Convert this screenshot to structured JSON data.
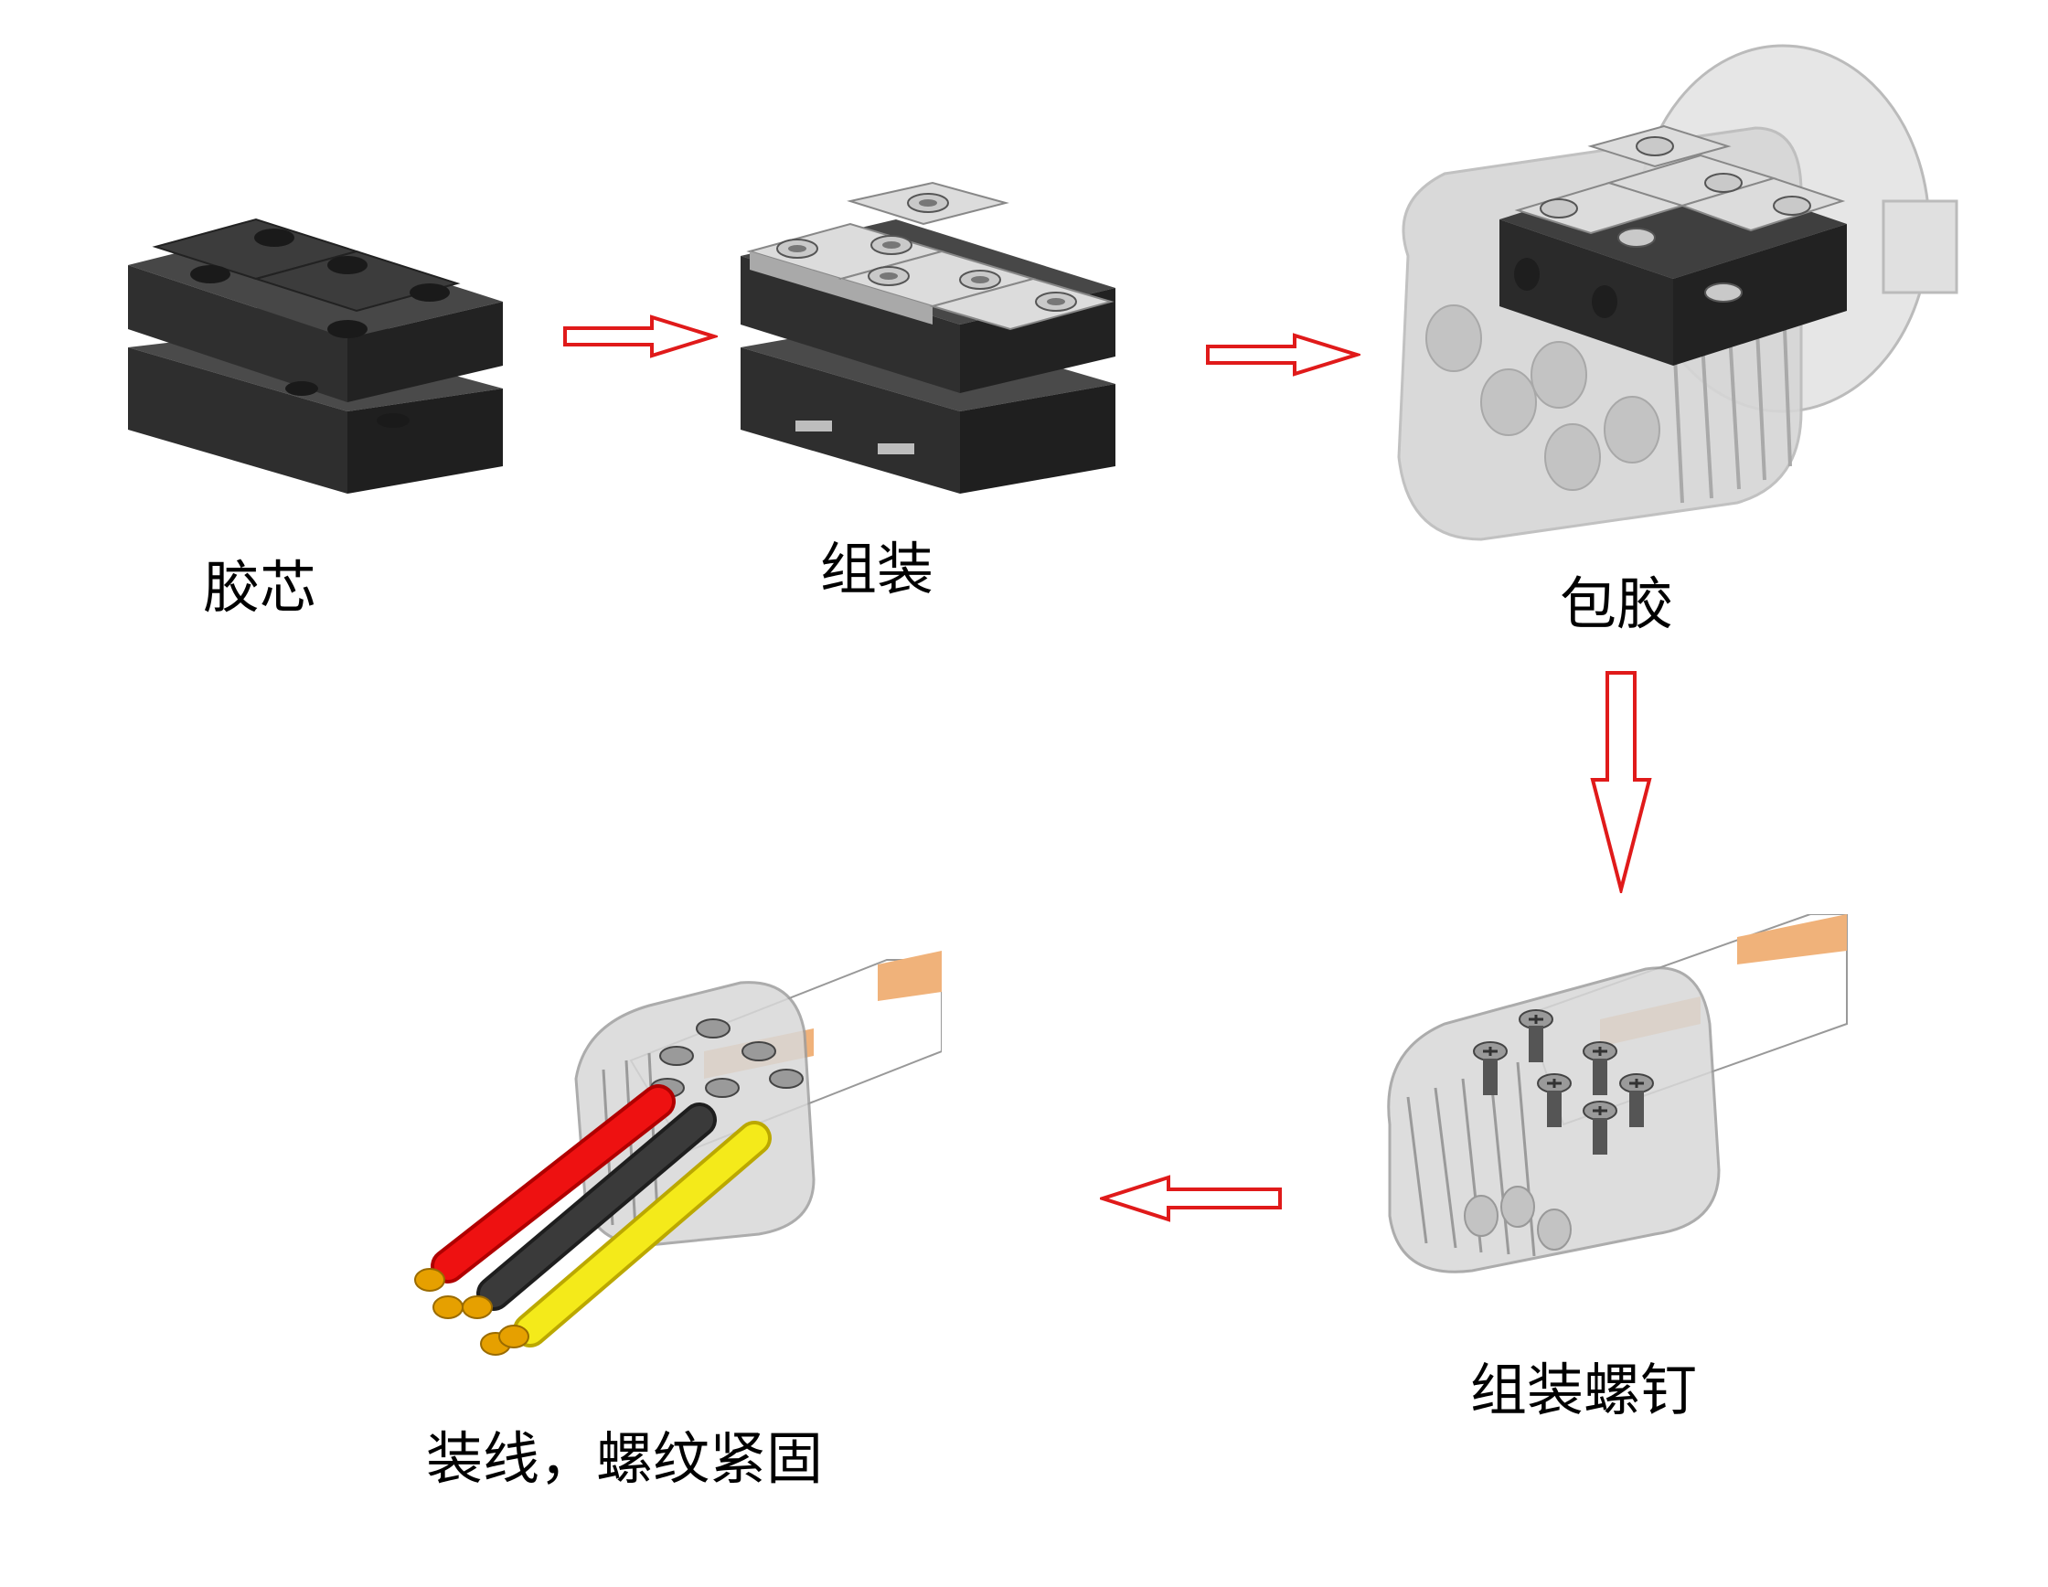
{
  "steps": [
    {
      "label": "胶芯",
      "icon": "rubber-core-block-icon"
    },
    {
      "label": "组装",
      "icon": "assembled-terminal-block-icon"
    },
    {
      "label": "包胶",
      "icon": "overmolded-housing-icon"
    },
    {
      "label": "组装螺钉",
      "icon": "housing-with-screws-icon"
    },
    {
      "label": "装线，螺纹紧固",
      "icon": "wired-connector-icon"
    }
  ],
  "colors": {
    "arrow_outline": "#e01a1a",
    "arrow_fill": "#ffffff",
    "rubber": "#3a3a3a",
    "rubber_dark": "#262626",
    "metal_plate": "#d8d8d8",
    "transparent_housing": "#cfcfcf",
    "copper_pad": "#f0b27a",
    "wire_red": "#ee1111",
    "wire_black": "#3a3a3a",
    "wire_yellow": "#f4ea1a",
    "conductor": "#e6a000"
  }
}
